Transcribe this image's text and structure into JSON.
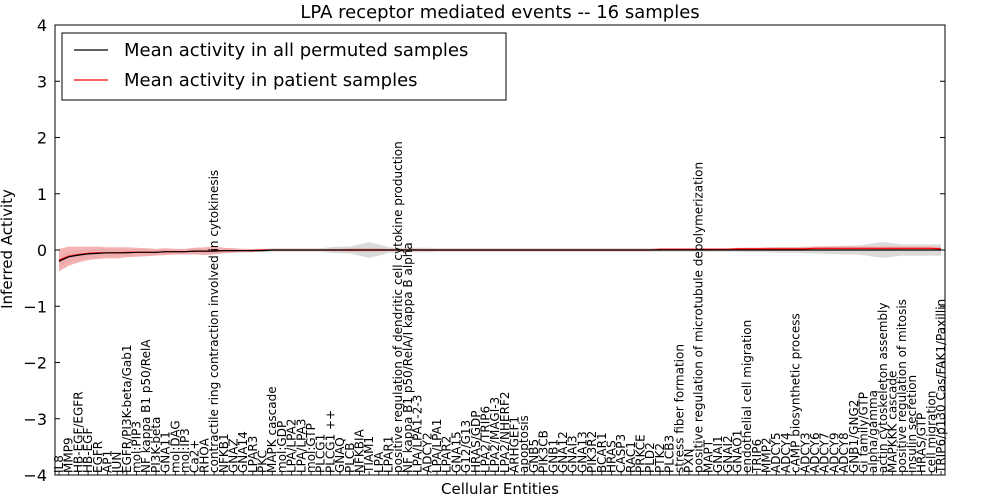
{
  "chart_data": {
    "type": "line",
    "title": "LPA receptor mediated events -- 16 samples",
    "xlabel": "Cellular Entities",
    "ylabel": "Inferred Activity",
    "ylim": [
      -4,
      4
    ],
    "yticks": [
      4,
      3,
      2,
      1,
      0,
      -1,
      -2,
      -3,
      -4
    ],
    "ytick_labels": [
      "4",
      "3",
      "2",
      "1",
      "0",
      "−1",
      "−2",
      "−3",
      "−4"
    ],
    "grid": false,
    "legend_position": "top-left",
    "categories": [
      "IL8",
      "MMP9",
      "HB-EGF/EGFR",
      "HB-EGF",
      "EGFR",
      "AP1",
      "JUN",
      "EGFR/PI3K-beta/Gab1",
      "mol:PIP3",
      "NF kappa B1 p50/RelA",
      "PI3K-beta",
      "GNA11",
      "mol:DAG",
      "mol:IP3",
      "Ca2+",
      "RHOA",
      "contractile ring contraction involved in cytokinesis",
      "NFKB1",
      "GNAZ",
      "GNA14",
      "LPAR3",
      "PKC",
      "MAPK cascade",
      "mol:GDP",
      "LPA/LPA2",
      "LPA/LPA3",
      "mol:GTP",
      "PLCG1",
      "PLCG1 ++",
      "GNAQ",
      "PLCB",
      "NFKBIA",
      "TIAM1",
      "LPA",
      "LPAR1",
      "positive regulation of dendritic cell cytokine production",
      "NF kappa B1 p50/RelA/I kappa B alpha",
      "LPA/LPA1-2-3",
      "ADCY2",
      "LPA/LPA1",
      "LPAR2",
      "GNA15",
      "G12/G13",
      "HRAS/GDP",
      "LPA2/TRIP6",
      "LPA2/MAGI-3",
      "LPA2/NHERF2",
      "ARHGEF1",
      "apoptosis",
      "GNB5",
      "PIK3CB",
      "GNB1",
      "GNA12",
      "GNAI3",
      "GNA13",
      "PIK3R2",
      "BCAR1",
      "HRAS",
      "CASP3",
      "RAC1",
      "PRKCE",
      "PLD2",
      "PTK2",
      "PLCB3",
      "stress fiber formation",
      "PXN",
      "positive regulation of microtubule depolymerization",
      "MAPT",
      "GNAI1",
      "GNAI2",
      "GNAO1",
      "endothelial cell migration",
      "TRIP6",
      "MMP2",
      "ADCY5",
      "ADCY4",
      "cAMP biosynthetic process",
      "ADCY3",
      "ADCY6",
      "ADCY7",
      "ADCY9",
      "ADCY8",
      "GNB1/GNG2",
      "Gi family/GTP",
      "alpha/gamma",
      "actin cytoskeleton assembly",
      "MAPKKK cascade",
      "positive regulation of mitosis",
      "insulin secretion",
      "HRAS/GTP",
      "cell migration",
      "TRIP6/p130 Cas/FAK1/Paxillin"
    ],
    "series": [
      {
        "name": "Mean activity in all permuted samples",
        "color": "#000000",
        "band_color": "#bbbbbb",
        "values": [
          -0.2,
          -0.12,
          -0.09,
          -0.07,
          -0.06,
          -0.05,
          -0.05,
          -0.05,
          -0.04,
          -0.04,
          -0.04,
          -0.03,
          -0.03,
          -0.03,
          -0.02,
          -0.02,
          -0.02,
          -0.01,
          -0.01,
          -0.01,
          -0.01,
          -0.01,
          0,
          0,
          0,
          0,
          0,
          0,
          0,
          0,
          0,
          0,
          0,
          0,
          0,
          0,
          0,
          0,
          0,
          0,
          0,
          0,
          0,
          0,
          0,
          0,
          0,
          0,
          0,
          0,
          0,
          0,
          0,
          0,
          0,
          0,
          0,
          0,
          0,
          0,
          0,
          0,
          0,
          0,
          0,
          0,
          0,
          0,
          0,
          0,
          0,
          0,
          0,
          0,
          0,
          0,
          0,
          0,
          0,
          0,
          0,
          0,
          0,
          0,
          0,
          0,
          0,
          0,
          0,
          0,
          0,
          0
        ],
        "band_halfwidth": [
          0.1,
          0.1,
          0.09,
          0.08,
          0.08,
          0.07,
          0.07,
          0.06,
          0.06,
          0.06,
          0.05,
          0.05,
          0.05,
          0.05,
          0.05,
          0.05,
          0.04,
          0.04,
          0.04,
          0.03,
          0.03,
          0.03,
          0.03,
          0.03,
          0.03,
          0.03,
          0.03,
          0.03,
          0.05,
          0.06,
          0.06,
          0.1,
          0.14,
          0.1,
          0.05,
          0.04,
          0.04,
          0.04,
          0.04,
          0.03,
          0.03,
          0.03,
          0.03,
          0.03,
          0.03,
          0.03,
          0.03,
          0.03,
          0.03,
          0.03,
          0.03,
          0.03,
          0.03,
          0.03,
          0.03,
          0.03,
          0.03,
          0.03,
          0.03,
          0.03,
          0.03,
          0.03,
          0.03,
          0.03,
          0.03,
          0.03,
          0.03,
          0.03,
          0.03,
          0.03,
          0.03,
          0.04,
          0.04,
          0.04,
          0.05,
          0.05,
          0.05,
          0.06,
          0.06,
          0.07,
          0.07,
          0.08,
          0.08,
          0.09,
          0.12,
          0.14,
          0.12,
          0.1,
          0.1,
          0.1,
          0.1,
          0.1
        ]
      },
      {
        "name": "Mean activity in patient samples",
        "color": "#ff0000",
        "band_color": "#f4a0a0",
        "values": [
          -0.18,
          -0.11,
          -0.08,
          -0.06,
          -0.05,
          -0.05,
          -0.05,
          -0.04,
          -0.04,
          -0.04,
          -0.04,
          -0.03,
          -0.03,
          -0.03,
          -0.02,
          -0.02,
          -0.01,
          -0.01,
          -0.01,
          -0.01,
          -0.01,
          0,
          0,
          0,
          0,
          0,
          0,
          0,
          0,
          0,
          0,
          0,
          0,
          0,
          0,
          0,
          0,
          0,
          0,
          0,
          0,
          0,
          0,
          0,
          0,
          0,
          0,
          0,
          0,
          0,
          0,
          0,
          0,
          0,
          0,
          0,
          0,
          0,
          0,
          0,
          0,
          0,
          0.01,
          0.01,
          0.01,
          0.01,
          0.01,
          0.01,
          0.01,
          0.01,
          0.02,
          0.02,
          0.02,
          0.02,
          0.02,
          0.02,
          0.02,
          0.02,
          0.03,
          0.03,
          0.03,
          0.03,
          0.03,
          0.03,
          0.03,
          0.03,
          0.03,
          0.03,
          0.03,
          0.03,
          0.03,
          0.02
        ],
        "band_halfwidth": [
          0.2,
          0.17,
          0.14,
          0.12,
          0.11,
          0.1,
          0.1,
          0.09,
          0.08,
          0.07,
          0.06,
          0.06,
          0.05,
          0.05,
          0.06,
          0.07,
          0.07,
          0.05,
          0.04,
          0.03,
          0.03,
          0.02,
          0.01,
          0.01,
          0.01,
          0.01,
          0.01,
          0.01,
          0.02,
          0.02,
          0.03,
          0.03,
          0.03,
          0.03,
          0.02,
          0.02,
          0.02,
          0.02,
          0.02,
          0.02,
          0.02,
          0.02,
          0.02,
          0.02,
          0.02,
          0.02,
          0.02,
          0.02,
          0.02,
          0.02,
          0.02,
          0.02,
          0.02,
          0.02,
          0.02,
          0.02,
          0.02,
          0.02,
          0.02,
          0.02,
          0.02,
          0.02,
          0.02,
          0.02,
          0.02,
          0.02,
          0.02,
          0.02,
          0.02,
          0.02,
          0.02,
          0.02,
          0.02,
          0.03,
          0.03,
          0.03,
          0.03,
          0.03,
          0.03,
          0.03,
          0.03,
          0.03,
          0.03,
          0.03,
          0.03,
          0.03,
          0.03,
          0.03,
          0.03,
          0.03,
          0.03,
          0.03
        ]
      }
    ]
  }
}
